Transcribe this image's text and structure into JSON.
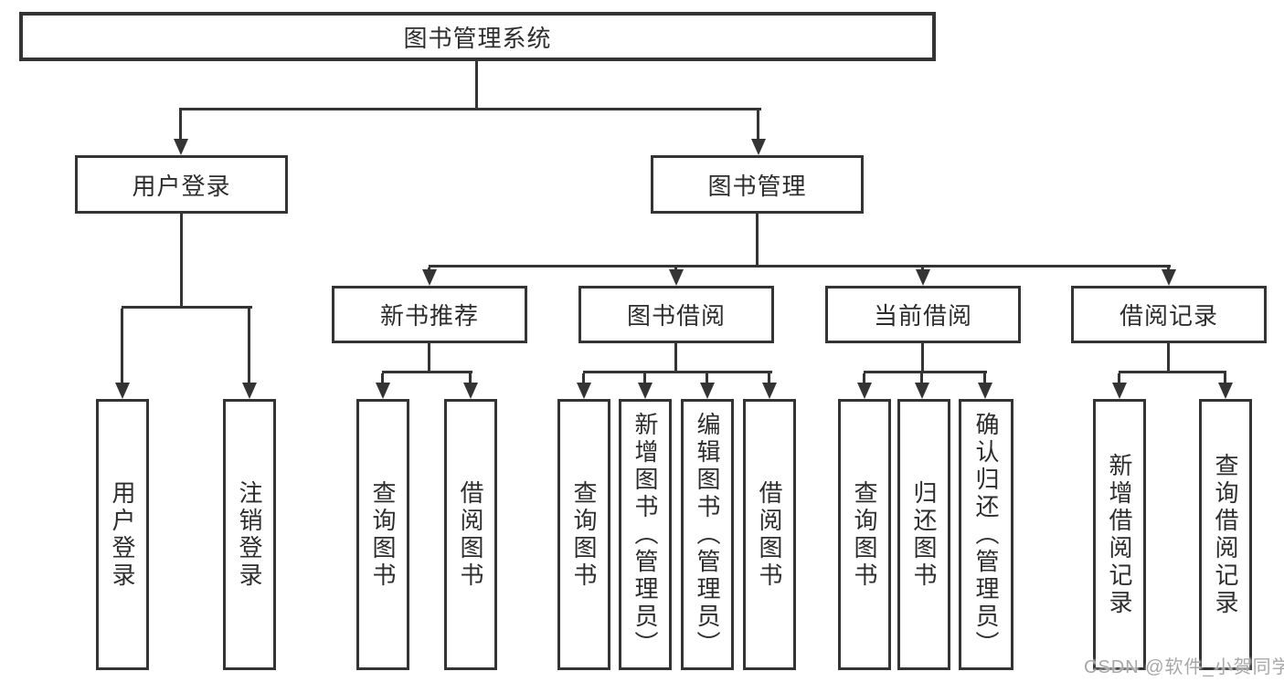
{
  "diagram": {
    "type": "tree",
    "root": {
      "label": "图书管理系统"
    },
    "level2": [
      {
        "label": "用户登录"
      },
      {
        "label": "图书管理"
      }
    ],
    "level3": [
      {
        "label": "新书推荐"
      },
      {
        "label": "图书借阅"
      },
      {
        "label": "当前借阅"
      },
      {
        "label": "借阅记录"
      }
    ],
    "leaves": {
      "user_login": [
        "用户登录",
        "注销登录"
      ],
      "new_book_recommendation": [
        "查询图书",
        "借阅图书"
      ],
      "book_borrowing": [
        "查询图书",
        "新增图书（管理员）",
        "编辑图书（管理员）",
        "借阅图书"
      ],
      "current_borrowing": [
        "查询图书",
        "归还图书",
        "确认归还（管理员）"
      ],
      "borrowing_records": [
        "新增借阅记录",
        "查询借阅记录"
      ]
    }
  },
  "watermark": {
    "text": "CSDN @软件_小贺同学"
  },
  "colors": {
    "background": "#ffffff",
    "line": "#343434",
    "box_border": "#343434",
    "text": "#2d2d2d",
    "watermark": "#a8a8a8"
  }
}
